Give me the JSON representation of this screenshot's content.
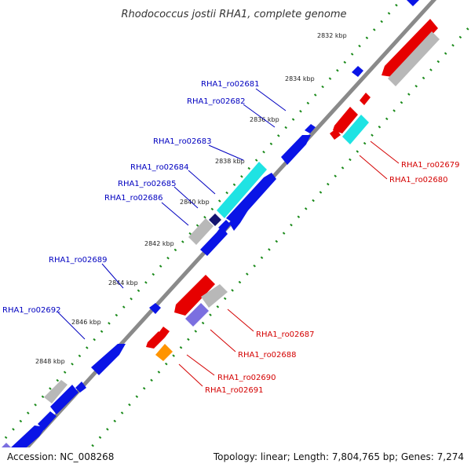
{
  "title": "Rhodococcus jostii RHA1, complete genome",
  "footer": {
    "accession": "Accession: NC_008268",
    "summary": "Topology: linear; Length: 7,804,765 bp; Genes: 7,274"
  },
  "colors": {
    "forward_label": "#0000c0",
    "reverse_label": "#d40000",
    "backbone": "#8a8a8a",
    "tick_dots": "#1a8a1a",
    "blue": "#0a14e6",
    "red": "#e60000",
    "gray": "#b8b8b8",
    "cyan": "#1fe3e3",
    "navy": "#141470",
    "violet": "#7b6fe0",
    "orange": "#ff9400"
  },
  "ticks": [
    "2832 kbp",
    "2834 kbp",
    "2836 kbp",
    "2838 kbp",
    "2840 kbp",
    "2842 kbp",
    "2844 kbp",
    "2846 kbp",
    "2848 kbp"
  ],
  "forward_labels": [
    "RHA1_ro02681",
    "RHA1_ro02682",
    "RHA1_ro02683",
    "RHA1_ro02684",
    "RHA1_ro02685",
    "RHA1_ro02686",
    "RHA1_ro02689",
    "RHA1_ro02692"
  ],
  "reverse_labels": [
    "RHA1_ro02679",
    "RHA1_ro02680",
    "RHA1_ro02687",
    "RHA1_ro02688",
    "RHA1_ro02690",
    "RHA1_ro02691"
  ]
}
